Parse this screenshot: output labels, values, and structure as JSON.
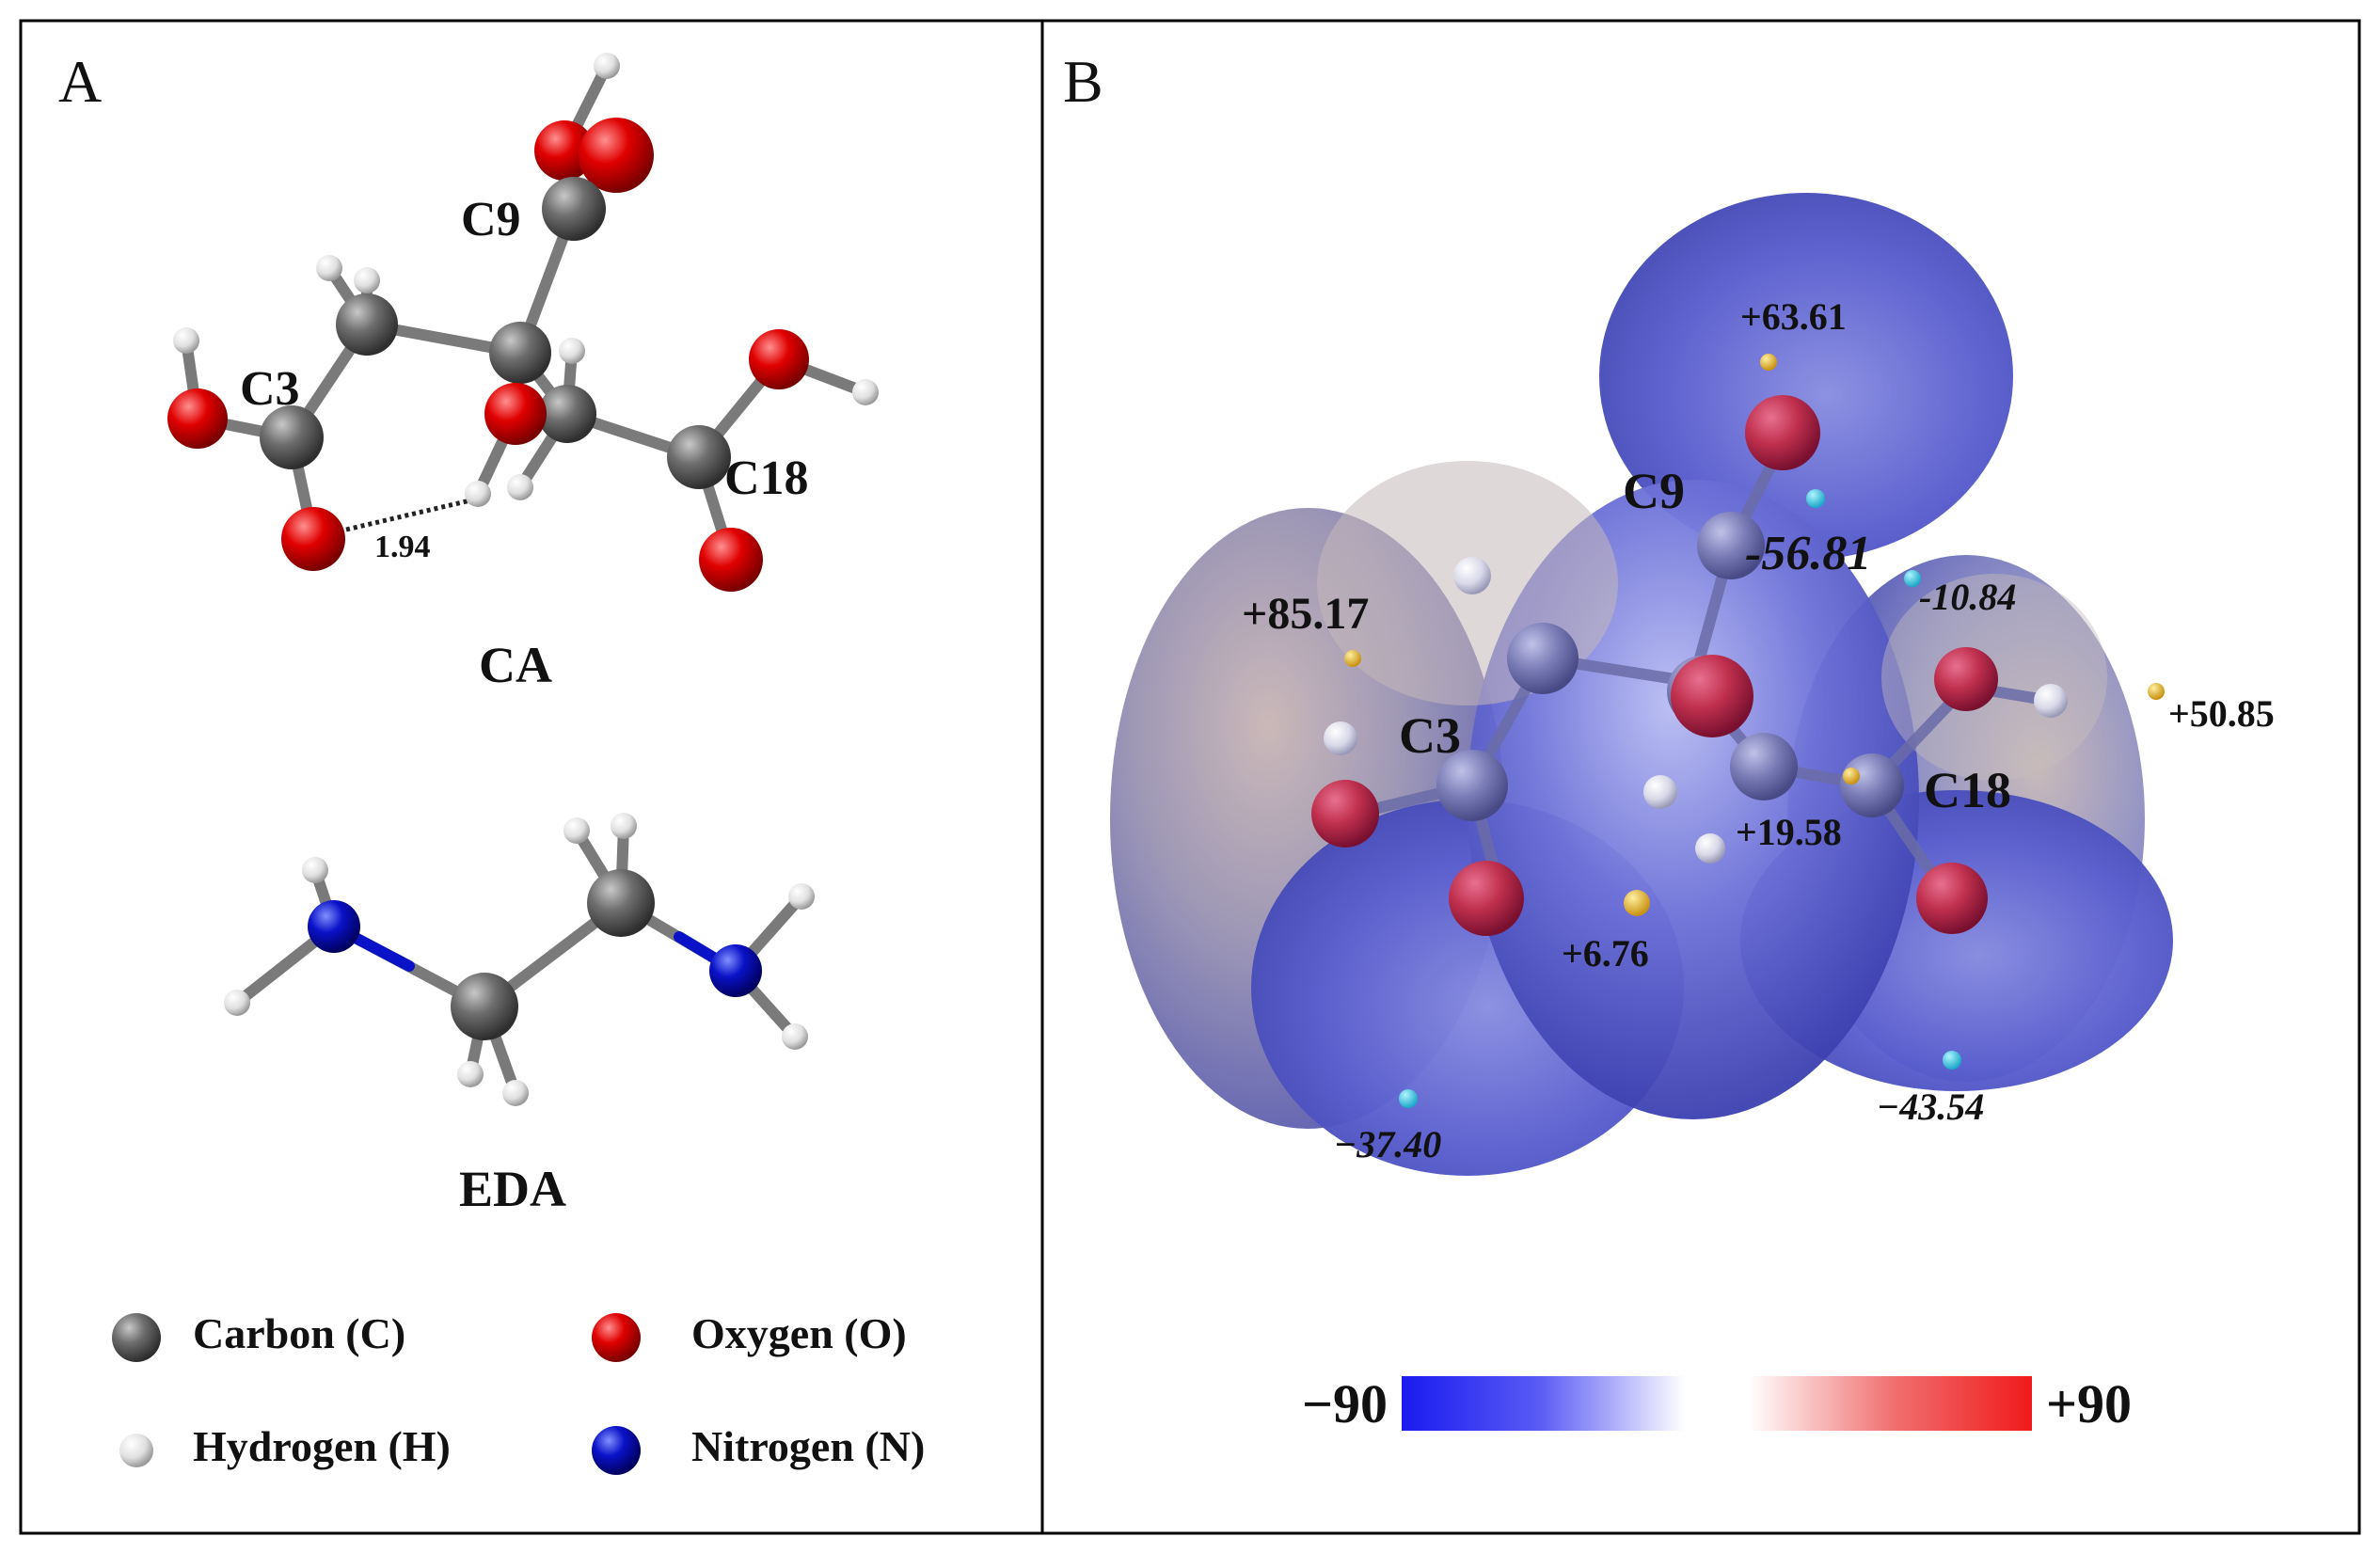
{
  "panel_a": {
    "letter": "A",
    "ca": {
      "title": "CA",
      "atom_labels": {
        "c3": "C3",
        "c9": "C9",
        "c18": "C18"
      },
      "hbond_label": "1.94"
    },
    "eda": {
      "title": "EDA"
    },
    "legend": {
      "carbon": "Carbon (C)",
      "oxygen": "Oxygen (O)",
      "hydrogen": "Hydrogen (H)",
      "nitrogen": "Nitrogen (N)"
    }
  },
  "panel_b": {
    "letter": "B",
    "atom_labels": {
      "c3": "C3",
      "c9": "C9",
      "c18": "C18"
    },
    "esp_values": {
      "v1": "+63.61",
      "v2": "+85.17",
      "v3": "-56.81",
      "v4": "-10.84",
      "v5": "+50.85",
      "v6": "+19.58",
      "v7": "+6.76",
      "v8": "−37.40",
      "v9": "−43.54"
    },
    "colorbar": {
      "min_label": "−90",
      "max_label": "+90"
    }
  },
  "colors": {
    "carbon": "#6e6e6e",
    "oxygen": "#e00000",
    "hydrogen": "#e8e8e8",
    "nitrogen": "#0a12c8",
    "surface_blue": "#4a4fc8",
    "surface_red": "#d85050",
    "min_point": "#29c8e0",
    "max_point": "#e0b020"
  }
}
